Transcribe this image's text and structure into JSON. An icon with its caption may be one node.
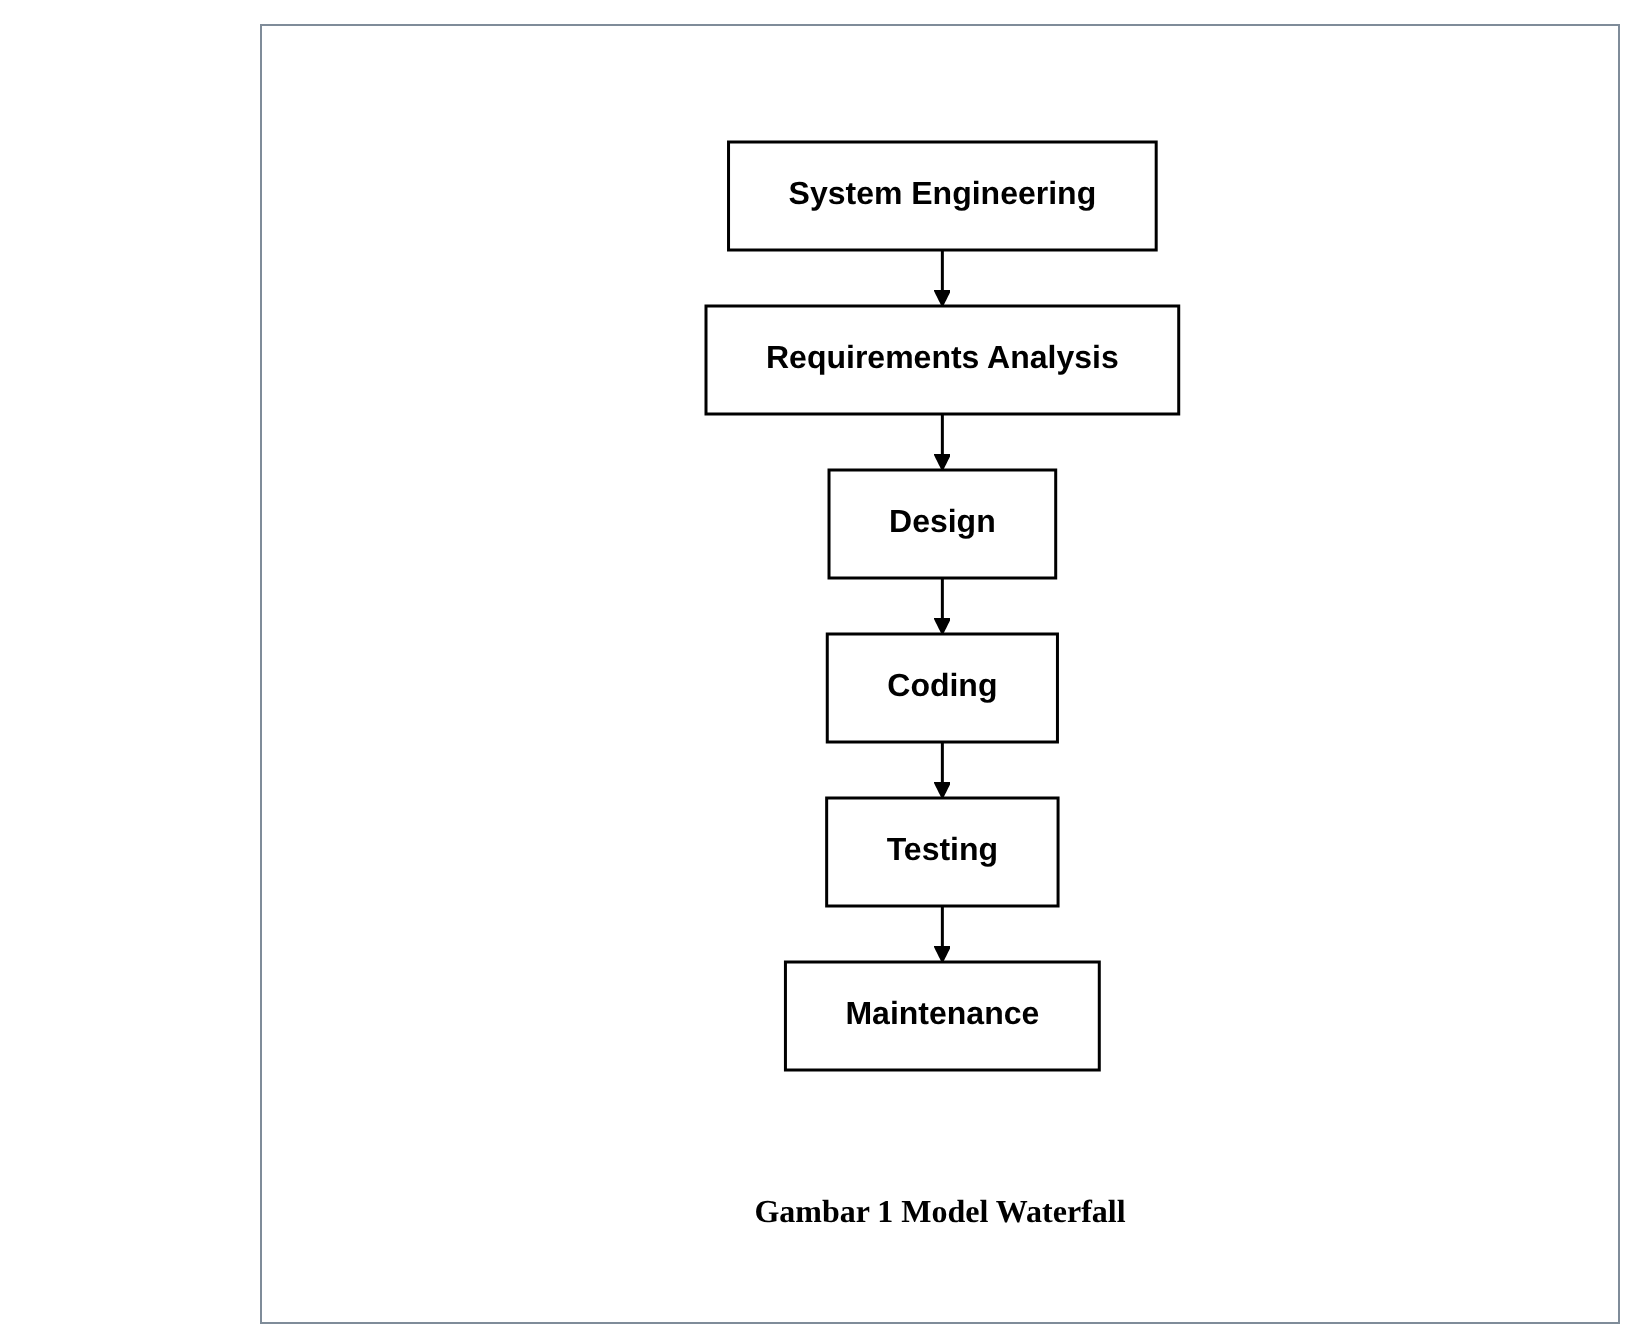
{
  "diagram": {
    "caption": "Gambar 1 Model Waterfall",
    "nodes": [
      {
        "text": [
          "System Engineering"
        ]
      },
      {
        "text": [
          "Requirements Analysis"
        ]
      },
      {
        "text": [
          "Design"
        ]
      },
      {
        "text": [
          "Coding"
        ]
      },
      {
        "text": [
          "Testing"
        ]
      },
      {
        "text": [
          "Maintenance"
        ]
      }
    ],
    "edges": [
      {
        "from": 0,
        "to": 1,
        "arrow": "to"
      },
      {
        "from": 1,
        "to": 2,
        "arrow": "to"
      },
      {
        "from": 2,
        "to": 3,
        "arrow": "to"
      },
      {
        "from": 3,
        "to": 4,
        "arrow": "to"
      },
      {
        "from": 4,
        "to": 5,
        "arrow": "to"
      }
    ]
  }
}
